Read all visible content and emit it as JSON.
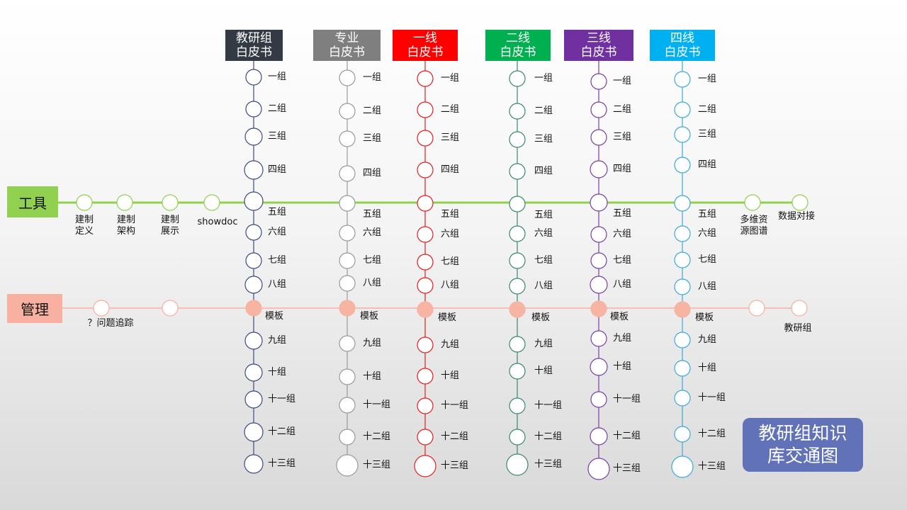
{
  "title_line1": "教研组知识",
  "title_line2": "库交通图",
  "hlines": {
    "tools": {
      "label": "工具",
      "color": "#92d050"
    },
    "manage": {
      "label": "管理",
      "color": "#f8b0a0"
    }
  },
  "columns": [
    {
      "key": "jyz",
      "line1": "教研组",
      "line2": "白皮书",
      "header_color": "#333a44",
      "line_color": "#3b4b80",
      "stations": [
        "一组",
        "二组",
        "三组",
        "四组",
        "五组",
        "六组",
        "七组",
        "八组",
        "模板",
        "九组",
        "十组",
        "十一组",
        "十二组",
        "十三组"
      ]
    },
    {
      "key": "zy",
      "line1": "专业",
      "line2": "白皮书",
      "header_color": "#7f7f7f",
      "line_color": "#9a9a9a",
      "stations": [
        "一组",
        "二组",
        "三组",
        "四组",
        "五组",
        "六组",
        "七组",
        "八组",
        "模板",
        "九组",
        "十组",
        "十一组",
        "十二组",
        "十三组"
      ]
    },
    {
      "key": "yx",
      "line1": "一线",
      "line2": "白皮书",
      "header_color": "#ff0000",
      "line_color": "#e02020",
      "stations": [
        "一组",
        "二组",
        "三组",
        "四组",
        "五组",
        "六组",
        "七组",
        "八组",
        "模板",
        "九组",
        "十组",
        "十一组",
        "十二组",
        "十三组"
      ]
    },
    {
      "key": "ex",
      "line1": "二线",
      "line2": "白皮书",
      "header_color": "#00b050",
      "line_color": "#3a8a6a",
      "stations": [
        "一组",
        "二组",
        "三组",
        "四组",
        "五组",
        "六组",
        "七组",
        "八组",
        "模板",
        "九组",
        "十组",
        "十一组",
        "十二组",
        "十三组"
      ]
    },
    {
      "key": "sx",
      "line1": "三线",
      "line2": "白皮书",
      "header_color": "#7030a0",
      "line_color": "#7a3fa6",
      "stations": [
        "一组",
        "二组",
        "三组",
        "四组",
        "五组",
        "六组",
        "七组",
        "八组",
        "模板",
        "九组",
        "十组",
        "十一组",
        "十二组",
        "十三组"
      ]
    },
    {
      "key": "sx4",
      "line1": "四线",
      "line2": "白皮书",
      "header_color": "#00b0f0",
      "line_color": "#3aaad8",
      "stations": [
        "一组",
        "二组",
        "三组",
        "四组",
        "五组",
        "六组",
        "七组",
        "八组",
        "模板",
        "九组",
        "十组",
        "十一组",
        "十二组",
        "十三组"
      ]
    }
  ],
  "tool_stations_left": [
    {
      "line1": "建制",
      "line2": "定义"
    },
    {
      "line1": "建制",
      "line2": "架构"
    },
    {
      "line1": "建制",
      "line2": "展示"
    },
    {
      "line1": "showdoc",
      "line2": ""
    }
  ],
  "tool_stations_right": [
    {
      "line1": "多维资",
      "line2": "源图谱"
    },
    {
      "line1": "数据对接",
      "line2": ""
    }
  ],
  "manage_stations_left": [
    {
      "line1": "？问题追踪",
      "line2": ""
    },
    {
      "line1": "",
      "line2": ""
    }
  ],
  "manage_stations_right": [
    {
      "line1": "",
      "line2": ""
    },
    {
      "line1": "教研组",
      "line2": ""
    }
  ]
}
